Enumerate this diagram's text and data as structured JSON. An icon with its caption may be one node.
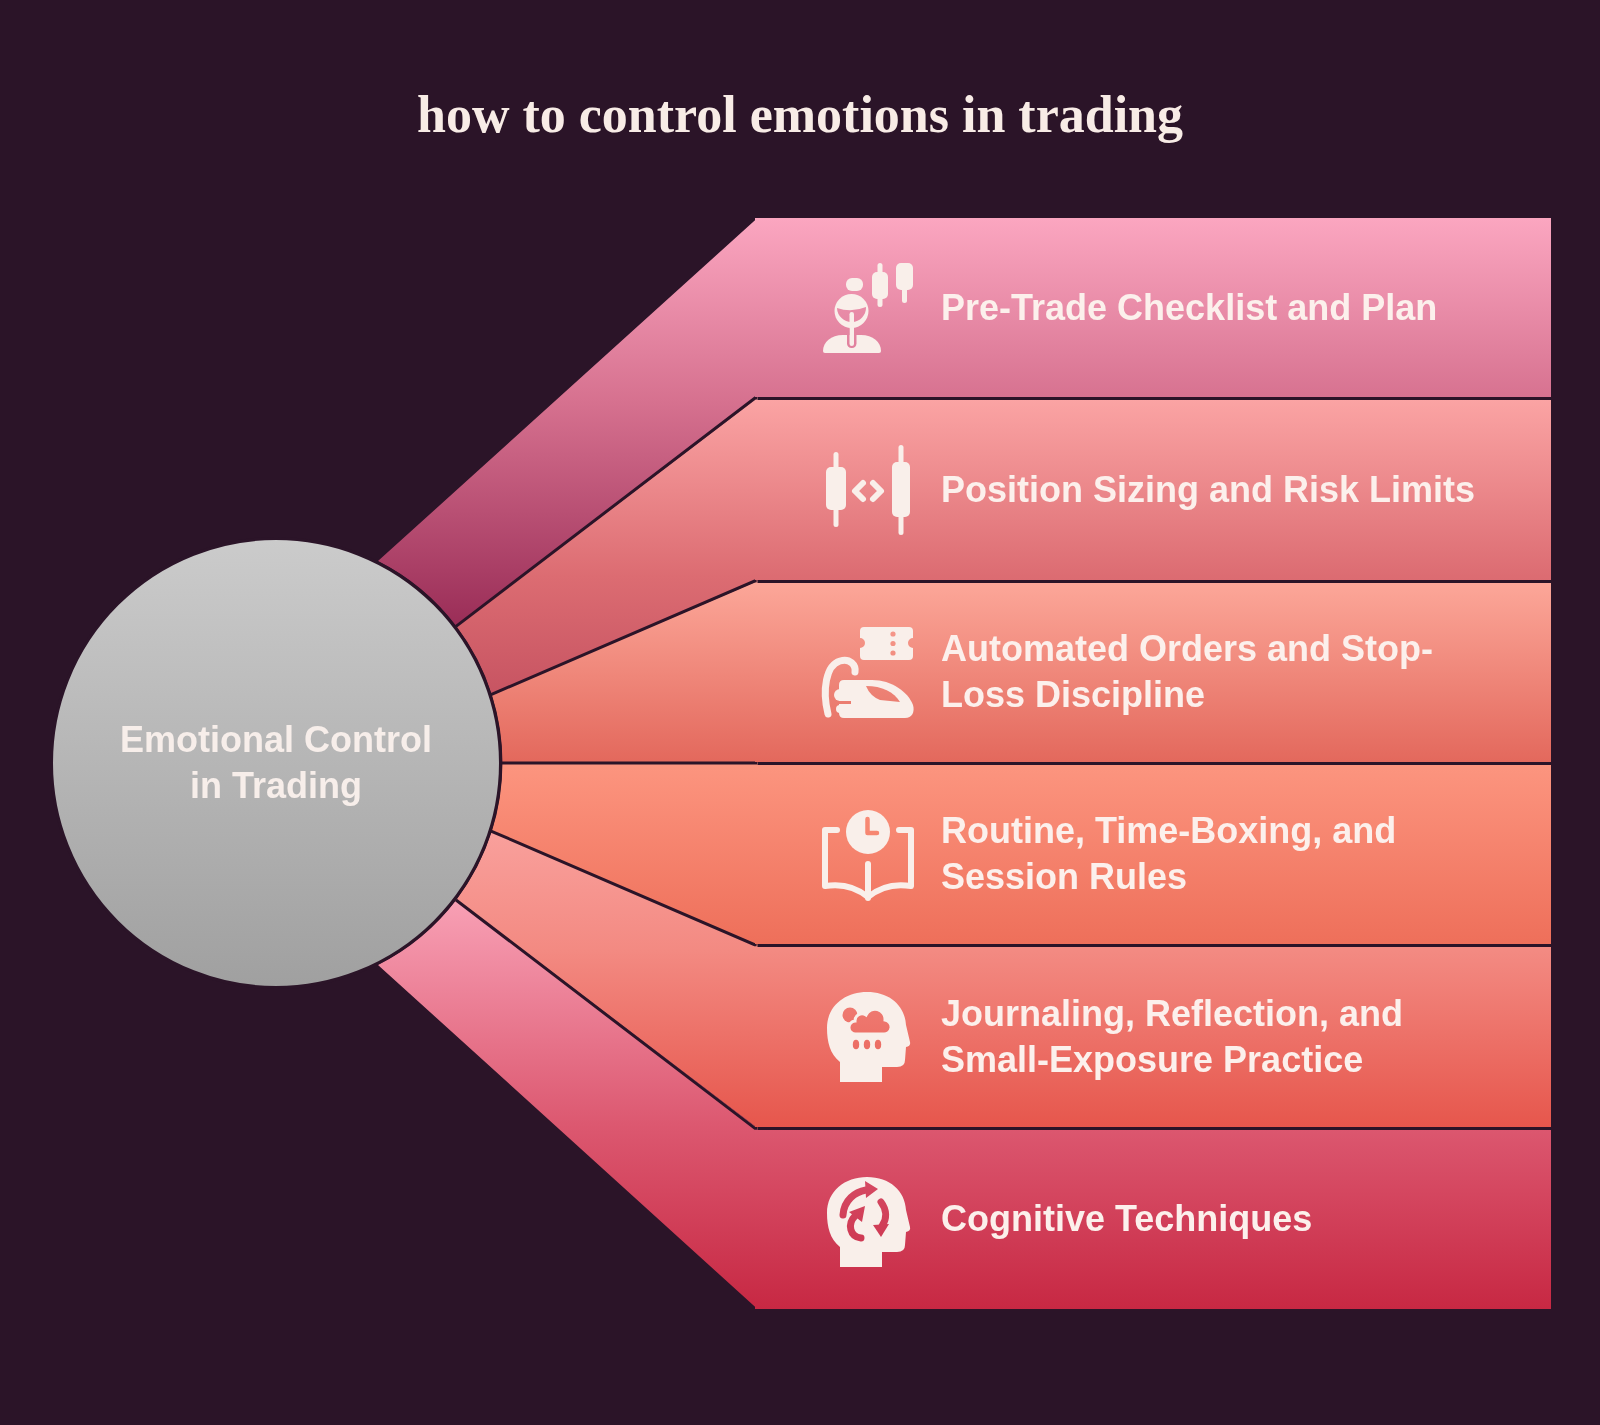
{
  "diagram": {
    "title": "how to control emotions in trading",
    "nodes": [
      {
        "text": [
          "Emotional Control in Trading"
        ]
      },
      {
        "text": [
          "Pre-Trade Checklist and Plan"
        ]
      },
      {
        "text": [
          "Position Sizing and Risk Limits"
        ]
      },
      {
        "text": [
          "Automated Orders and Stop-Loss Discipline"
        ]
      },
      {
        "text": [
          "Routine, Time-Boxing, and Session Rules"
        ]
      },
      {
        "text": [
          "Journaling, Reflection, and Small-Exposure Practice"
        ]
      },
      {
        "text": [
          "Cognitive Techniques"
        ]
      }
    ]
  }
}
